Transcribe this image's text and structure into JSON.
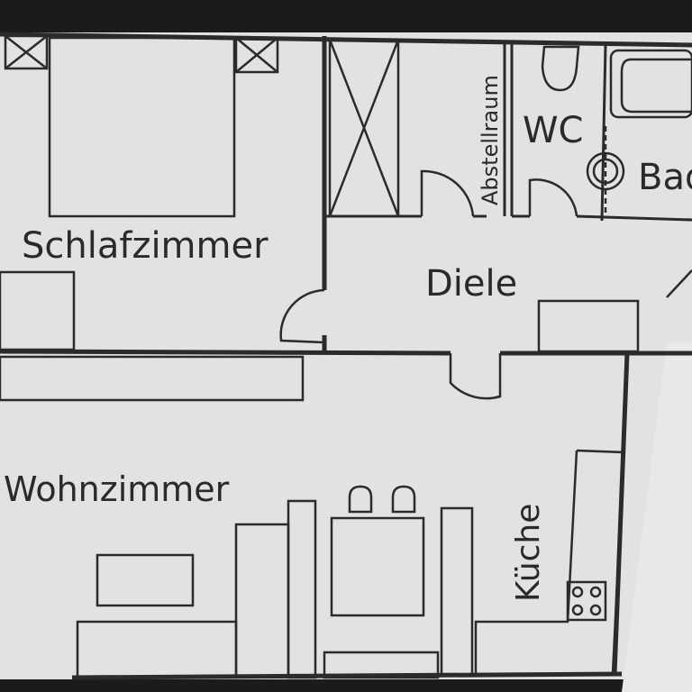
{
  "rooms": {
    "schlafzimmer": "Schlafzimmer",
    "diele": "Diele",
    "wc": "WC",
    "bad": "Bad",
    "abstellraum": "Abstellraum",
    "wohnzimmer": "Wohnzimmer",
    "kueche": "Küche"
  },
  "colors": {
    "paper": "#e2e2e0",
    "wall": "#1e1e1e",
    "line": "#3a3a3a",
    "frame": "#1b1b1b"
  }
}
